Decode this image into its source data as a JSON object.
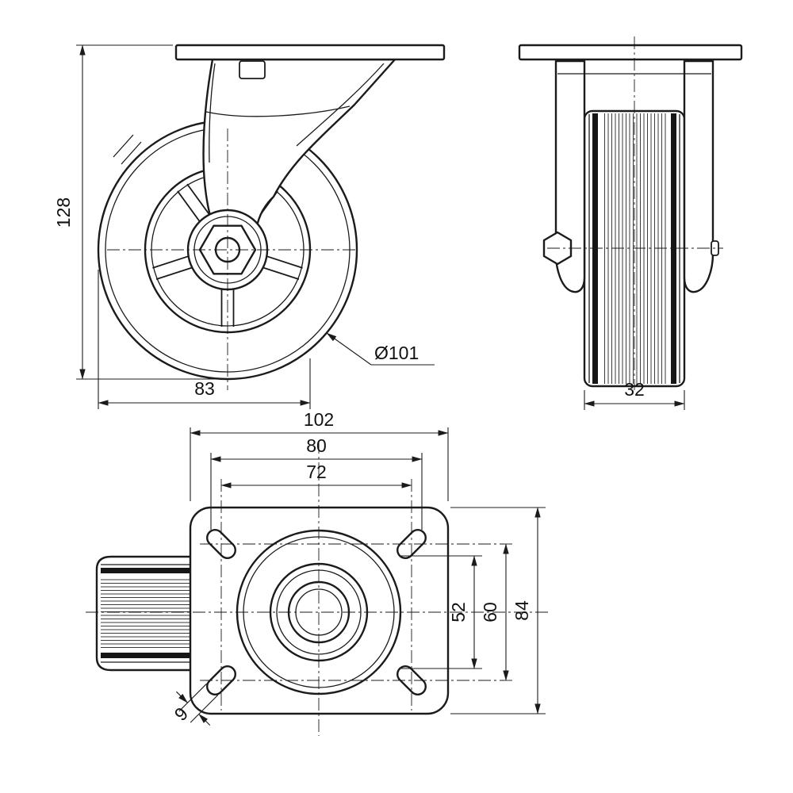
{
  "drawing": {
    "type": "technical-drawing",
    "subject": "swivel-caster-wheel",
    "line_color": "#1b1b1b",
    "background": "#ffffff"
  },
  "views": {
    "front": {
      "name": "caster-front-view"
    },
    "side": {
      "name": "caster-side-view"
    },
    "bottom": {
      "name": "mounting-plate-bottom-view"
    }
  },
  "dimensions": {
    "overall_height": "128",
    "offset_width": "83",
    "wheel_diameter": "Ø101",
    "wheel_width": "32",
    "plate_length": "102",
    "hole_span_outer": "80",
    "hole_span_inner": "72",
    "slot_inner_span": "52",
    "hole_pitch": "60",
    "plate_width": "84",
    "slot_width": "9"
  }
}
